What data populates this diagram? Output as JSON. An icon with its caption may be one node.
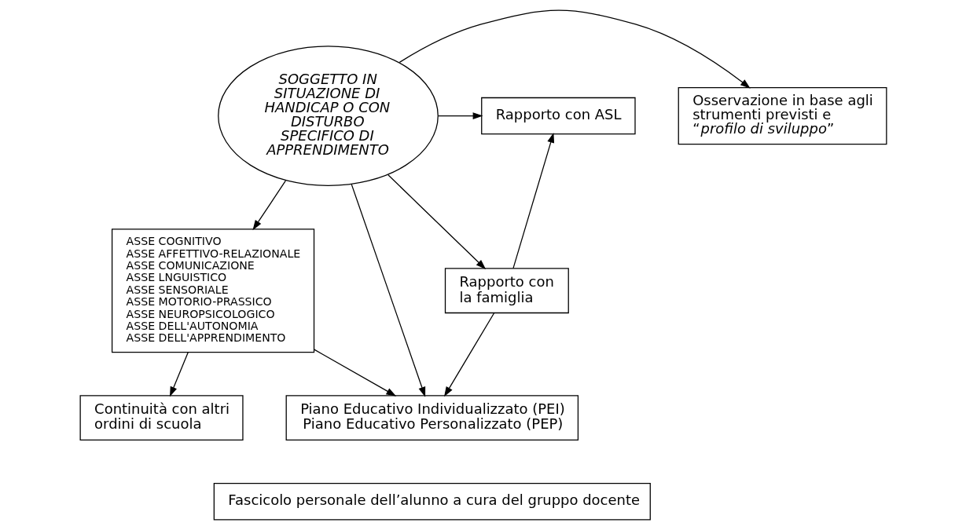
{
  "diagram": {
    "nodes": [
      {
        "text": [
          "SOGGETTO IN SITUAZIONE DI HANDICAP O CON DISTURBO SPECIFICO DI APPRENDIMENTO"
        ]
      },
      {
        "text": [
          "Rapporto con ASL"
        ]
      },
      {
        "text": [
          "Osservazione in base agli strumenti previsti e “*profilo di sviluppo*”"
        ]
      },
      {
        "text": [
          "Rapporto con la famiglia"
        ]
      },
      {
        "text": [
          "ASSE COGNITIVO",
          "ASSE AFFETTIVO-RELAZIONALE",
          "ASSE COMUNICAZIONE",
          "ASSE LNGUISTICO",
          "ASSE SENSORIALE",
          "ASSE MOTORIO-PRASSICO",
          "ASSE NEUROPSICOLOGICO",
          "ASSE DELL'AUTONOMIA",
          "ASSE DELL'APPRENDIMENTO"
        ]
      },
      {
        "text": [
          "Piano Educativo Individualizzato (PEI)",
          "Piano Educativo Personalizzato (PEP)"
        ]
      },
      {
        "text": [
          "Continuità con altri ordini di scuola"
        ]
      },
      {
        "text": [
          "Fascicolo personale dell’alunno a cura del gruppo docente"
        ]
      }
    ],
    "edges": [
      {
        "from": 0,
        "to": 1,
        "arrow": "to"
      },
      {
        "from": 0,
        "to": 2,
        "arrow": "to"
      },
      {
        "from": 3,
        "to": 1,
        "arrow": "to"
      },
      {
        "from": 0,
        "to": 3,
        "arrow": "to"
      },
      {
        "from": 0,
        "to": 4,
        "arrow": "to"
      },
      {
        "from": 0,
        "to": 5,
        "arrow": "to"
      },
      {
        "from": 3,
        "to": 5,
        "arrow": "to"
      },
      {
        "from": 4,
        "to": 5,
        "arrow": "to"
      },
      {
        "from": 4,
        "to": 6,
        "arrow": "to"
      }
    ]
  }
}
